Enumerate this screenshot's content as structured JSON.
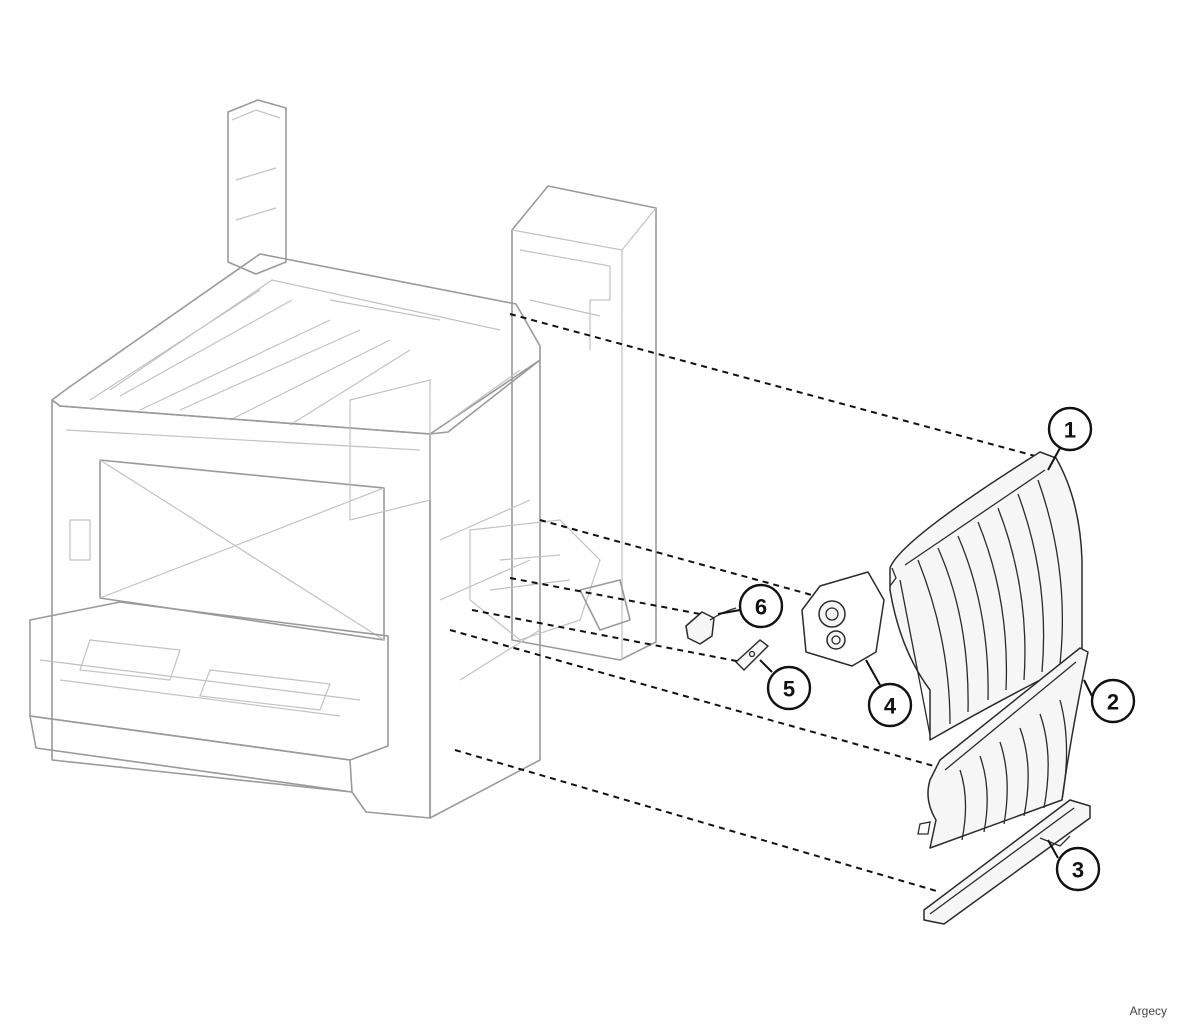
{
  "callouts": [
    {
      "number": "1",
      "part": "upper-paper-guide"
    },
    {
      "number": "2",
      "part": "lower-paper-guide"
    },
    {
      "number": "3",
      "part": "bottom-bracket"
    },
    {
      "number": "4",
      "part": "gear-assembly"
    },
    {
      "number": "5",
      "part": "small-bracket"
    },
    {
      "number": "6",
      "part": "sensor"
    }
  ],
  "watermark": "Argecy"
}
